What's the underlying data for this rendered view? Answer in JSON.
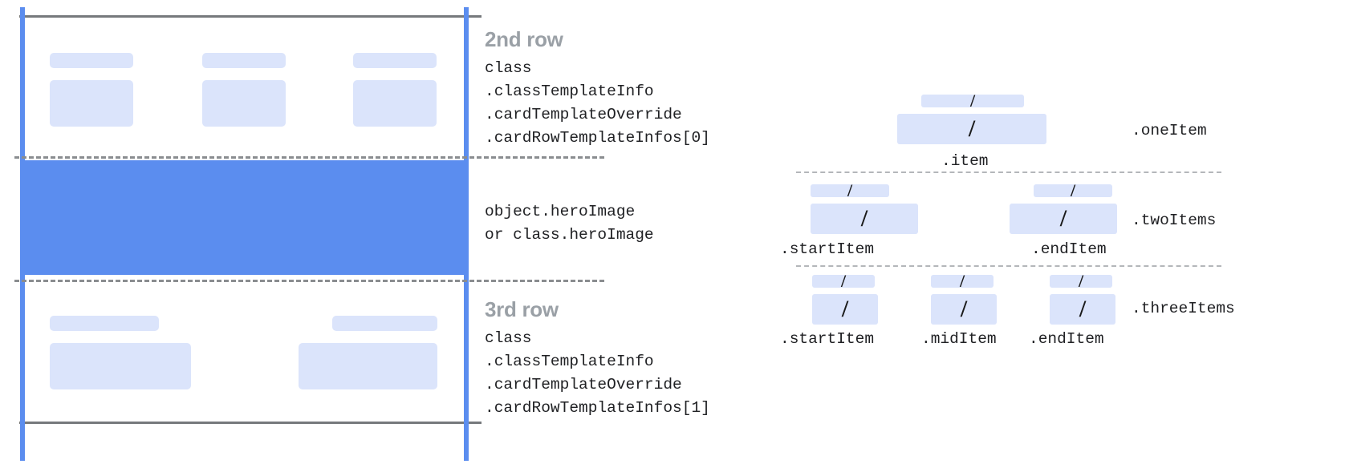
{
  "diagram": {
    "kind": "card-template-layout-diagram",
    "colors": {
      "accent_blue": "#5b8def",
      "placeholder_blue": "#dbe4fb",
      "rule_gray": "#76797c",
      "dash_gray": "#8a8d90",
      "title_gray": "#9aa0a6",
      "text_black": "#202124",
      "background": "#ffffff"
    }
  },
  "card": {
    "rows": [
      {
        "id": "second-row",
        "title": "2nd row",
        "code_lines": [
          "class",
          ".classTemplateInfo",
          ".cardTemplateOverride",
          ".cardRowTemplateInfos[0]"
        ],
        "columns": 3
      },
      {
        "id": "hero-image",
        "title": "",
        "code_lines": [
          "object.heroImage",
          "or class.heroImage"
        ],
        "columns": 0
      },
      {
        "id": "third-row",
        "title": "3rd row",
        "code_lines": [
          "class",
          ".classTemplateInfo",
          ".cardTemplateOverride",
          ".cardRowTemplateInfos[1]"
        ],
        "columns": 2
      }
    ]
  },
  "items": {
    "glyph": "/",
    "groups": [
      {
        "id": "one-item",
        "group_label": ".oneItem",
        "slots": [
          {
            "id": "item",
            "label": ".item",
            "glyph": "/"
          }
        ]
      },
      {
        "id": "two-items",
        "group_label": ".twoItems",
        "slots": [
          {
            "id": "start-item",
            "label": ".startItem",
            "glyph": "/"
          },
          {
            "id": "end-item",
            "label": ".endItem",
            "glyph": "/"
          }
        ]
      },
      {
        "id": "three-items",
        "group_label": ".threeItems",
        "slots": [
          {
            "id": "start-item",
            "label": ".startItem",
            "glyph": "/"
          },
          {
            "id": "mid-item",
            "label": ".midItem",
            "glyph": "/"
          },
          {
            "id": "end-item",
            "label": ".endItem",
            "glyph": "/"
          }
        ]
      }
    ]
  }
}
